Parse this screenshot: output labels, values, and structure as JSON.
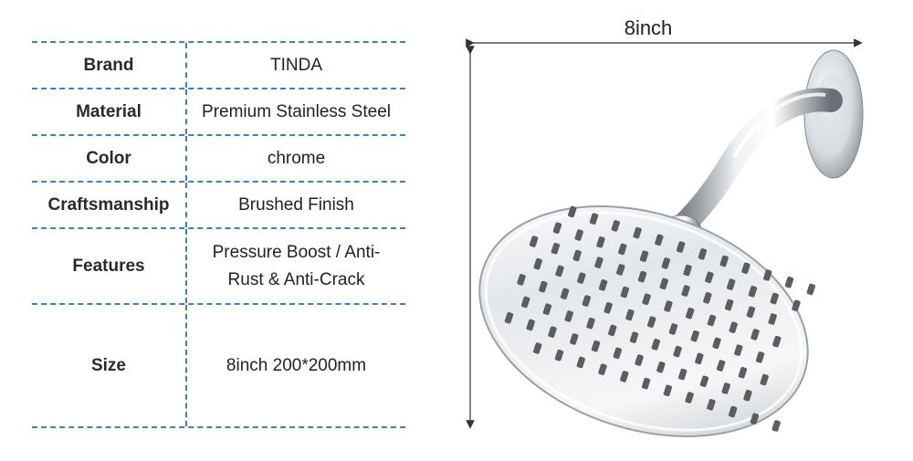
{
  "specs": [
    {
      "label": "Brand",
      "value": "TINDA"
    },
    {
      "label": "Material",
      "value": "Premium Stainless Steel"
    },
    {
      "label": "Color",
      "value": "chrome"
    },
    {
      "label": "Craftsmanship",
      "value": "Brushed Finish"
    },
    {
      "label": "Features",
      "value": "Pressure Boost / Anti-Rust & Anti-Crack"
    },
    {
      "label": "Size",
      "value": "8inch 200*200mm"
    }
  ],
  "dimension": {
    "width_label": "8inch"
  },
  "colors": {
    "divider": "#3b7fc4",
    "chrome_light": "#f2f4f6",
    "chrome_dark": "#6b7076",
    "nozzle": "#5a5e63"
  }
}
